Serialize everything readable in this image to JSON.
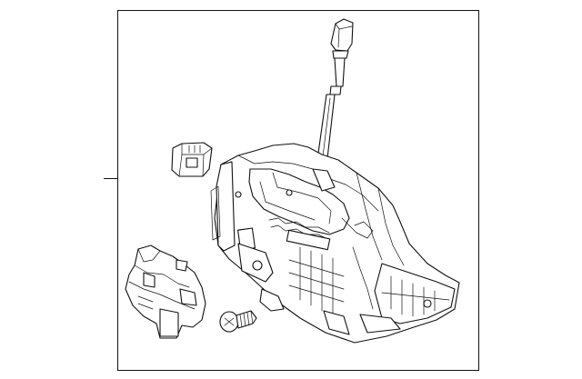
{
  "diagram": {
    "kind": "exploded parts diagram",
    "background": "#ffffff",
    "ink_color": "#111111",
    "parts": [
      {
        "name": "shift-lever-knob-top"
      },
      {
        "name": "shift-lever-rod"
      },
      {
        "name": "shifter-housing-assembly"
      },
      {
        "name": "electrical-connector"
      },
      {
        "name": "shift-lock-solenoid-bracket"
      },
      {
        "name": "mounting-screw"
      }
    ],
    "callout_count": 1
  }
}
